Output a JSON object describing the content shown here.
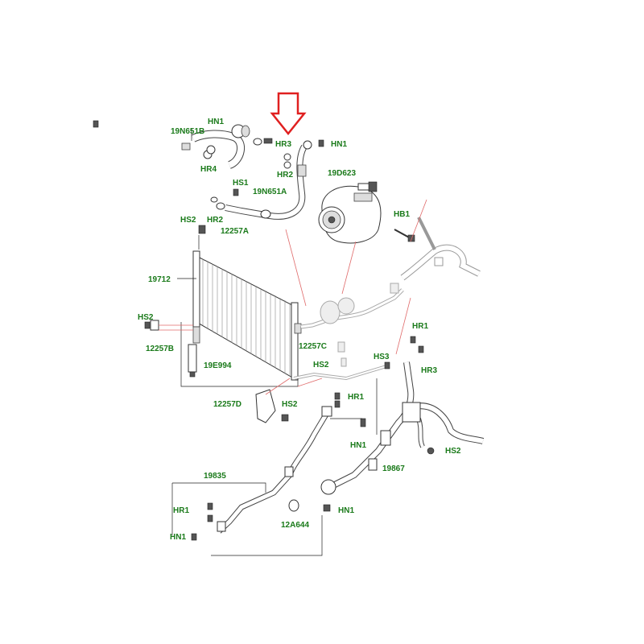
{
  "diagram": {
    "label_color": "#1a7a1a",
    "pointer_color": "#e02020",
    "labels": {
      "hn1_top_left": "HN1",
      "p19n651b": "19N651B",
      "hr4": "HR4",
      "hr3_top": "HR3",
      "hn1_top_right": "HN1",
      "hr2_top": "HR2",
      "p19d623": "19D623",
      "hs1": "HS1",
      "p19n651a": "19N651A",
      "hr2_left": "HR2",
      "hb1": "HB1",
      "hs2_top": "HS2",
      "p12257a": "12257A",
      "p19712": "19712",
      "hs2_left": "HS2",
      "p12257b": "12257B",
      "p19e994": "19E994",
      "p12257c": "12257C",
      "hs2_mid": "HS2",
      "hs3": "HS3",
      "hr1_right": "HR1",
      "hr3_right": "HR3",
      "p12257d": "12257D",
      "hs2_lower": "HS2",
      "hr1_mid": "HR1",
      "hn1_mid": "HN1",
      "hs2_right": "HS2",
      "p19867": "19867",
      "p19835": "19835",
      "hr1_bottom": "HR1",
      "hn1_bottom_right": "HN1",
      "p12a644": "12A644",
      "hn1_bottom_left": "HN1"
    }
  }
}
